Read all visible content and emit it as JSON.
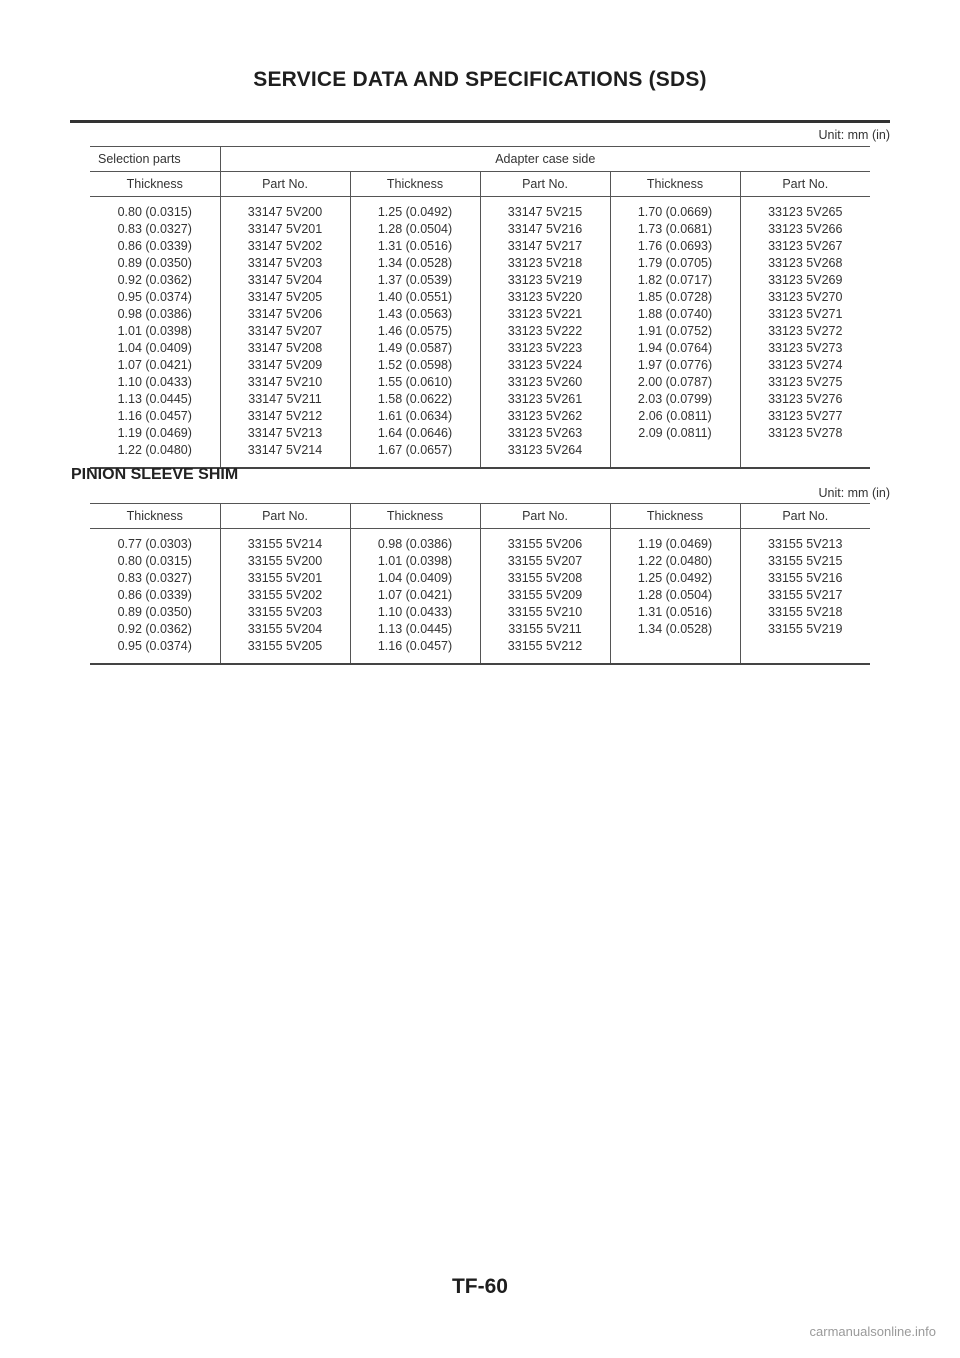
{
  "header": {
    "title": "SERVICE DATA AND SPECIFICATIONS (SDS)"
  },
  "table1": {
    "unit": "Unit: mm (in)",
    "selection_parts_label": "Selection parts",
    "group_label": "Adapter case side",
    "columns": [
      "Thickness",
      "Part No.",
      "Thickness",
      "Part No.",
      "Thickness",
      "Part No."
    ],
    "data": [
      [
        "0.80 (0.0315)",
        "0.83 (0.0327)",
        "0.86 (0.0339)",
        "0.89 (0.0350)",
        "0.92 (0.0362)",
        "0.95 (0.0374)",
        "0.98 (0.0386)",
        "1.01 (0.0398)",
        "1.04 (0.0409)",
        "1.07 (0.0421)",
        "1.10 (0.0433)",
        "1.13 (0.0445)",
        "1.16 (0.0457)",
        "1.19 (0.0469)",
        "1.22 (0.0480)"
      ],
      [
        "33147 5V200",
        "33147 5V201",
        "33147 5V202",
        "33147 5V203",
        "33147 5V204",
        "33147 5V205",
        "33147 5V206",
        "33147 5V207",
        "33147 5V208",
        "33147 5V209",
        "33147 5V210",
        "33147 5V211",
        "33147 5V212",
        "33147 5V213",
        "33147 5V214"
      ],
      [
        "1.25 (0.0492)",
        "1.28 (0.0504)",
        "1.31 (0.0516)",
        "1.34 (0.0528)",
        "1.37 (0.0539)",
        "1.40 (0.0551)",
        "1.43 (0.0563)",
        "1.46 (0.0575)",
        "1.49 (0.0587)",
        "1.52 (0.0598)",
        "1.55 (0.0610)",
        "1.58 (0.0622)",
        "1.61 (0.0634)",
        "1.64 (0.0646)",
        "1.67 (0.0657)"
      ],
      [
        "33147 5V215",
        "33147 5V216",
        "33147 5V217",
        "33123 5V218",
        "33123 5V219",
        "33123 5V220",
        "33123 5V221",
        "33123 5V222",
        "33123 5V223",
        "33123 5V224",
        "33123 5V260",
        "33123 5V261",
        "33123 5V262",
        "33123 5V263",
        "33123 5V264"
      ],
      [
        "1.70 (0.0669)",
        "1.73 (0.0681)",
        "1.76 (0.0693)",
        "1.79 (0.0705)",
        "1.82 (0.0717)",
        "1.85 (0.0728)",
        "1.88 (0.0740)",
        "1.91 (0.0752)",
        "1.94 (0.0764)",
        "1.97 (0.0776)",
        "2.00 (0.0787)",
        "2.03 (0.0799)",
        "2.06 (0.0811)",
        "2.09 (0.0811)"
      ],
      [
        "33123 5V265",
        "33123 5V266",
        "33123 5V267",
        "33123 5V268",
        "33123 5V269",
        "33123 5V270",
        "33123 5V271",
        "33123 5V272",
        "33123 5V273",
        "33123 5V274",
        "33123 5V275",
        "33123 5V276",
        "33123 5V277",
        "33123 5V278"
      ]
    ]
  },
  "section2": {
    "title": "PINION SLEEVE SHIM"
  },
  "table2": {
    "unit": "Unit: mm (in)",
    "columns": [
      "Thickness",
      "Part No.",
      "Thickness",
      "Part No.",
      "Thickness",
      "Part No."
    ],
    "data": [
      [
        "0.77 (0.0303)",
        "0.80 (0.0315)",
        "0.83 (0.0327)",
        "0.86 (0.0339)",
        "0.89 (0.0350)",
        "0.92 (0.0362)",
        "0.95 (0.0374)"
      ],
      [
        "33155 5V214",
        "33155 5V200",
        "33155 5V201",
        "33155 5V202",
        "33155 5V203",
        "33155 5V204",
        "33155 5V205"
      ],
      [
        "0.98 (0.0386)",
        "1.01 (0.0398)",
        "1.04 (0.0409)",
        "1.07 (0.0421)",
        "1.10 (0.0433)",
        "1.13 (0.0445)",
        "1.16 (0.0457)"
      ],
      [
        "33155 5V206",
        "33155 5V207",
        "33155 5V208",
        "33155 5V209",
        "33155 5V210",
        "33155 5V211",
        "33155 5V212"
      ],
      [
        "1.19 (0.0469)",
        "1.22 (0.0480)",
        "1.25 (0.0492)",
        "1.28 (0.0504)",
        "1.31 (0.0516)",
        "1.34 (0.0528)"
      ],
      [
        "33155 5V213",
        "33155 5V215",
        "33155 5V216",
        "33155 5V217",
        "33155 5V218",
        "33155 5V219"
      ]
    ]
  },
  "footer": {
    "page_number": "TF-60"
  },
  "watermark": {
    "text": "carmanualsonline.info"
  }
}
